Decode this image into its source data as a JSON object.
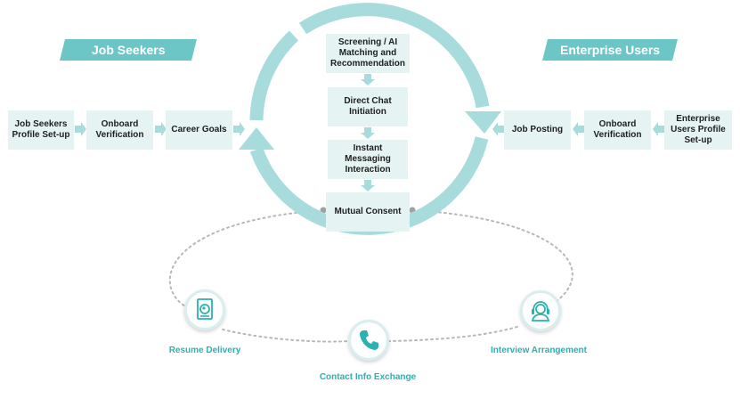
{
  "banners": {
    "job_seekers": "Job Seekers",
    "enterprise_users": "Enterprise Users"
  },
  "job_seeker_flow": {
    "profile_setup": "Job Seekers Profile Set-up",
    "onboard_verification": "Onboard Verification",
    "career_goals": "Career Goals"
  },
  "enterprise_flow": {
    "profile_setup": "Enterprise Users Profile Set-up",
    "onboard_verification": "Onboard Verification",
    "job_posting": "Job Posting"
  },
  "center_flow": {
    "screening": "Screening / AI Matching and Recommendation",
    "direct_chat": "Direct Chat Initiation",
    "instant_messaging": "Instant Messaging Interaction",
    "mutual_consent": "Mutual Consent"
  },
  "outcomes": {
    "resume_delivery": "Resume Delivery",
    "contact_info_exchange": "Contact Info Exchange",
    "interview_arrangement": "Interview Arrangement"
  },
  "icons": {
    "resume_delivery": "resume-document-icon",
    "contact_info_exchange": "phone-icon",
    "interview_arrangement": "headset-agent-icon"
  },
  "colors": {
    "teal": "#6cc6c6",
    "ring": "#a8dcdc",
    "box_fill": "#e6f3f3",
    "label_teal": "#2cb1b1",
    "dotted": "#b8b8b8"
  }
}
